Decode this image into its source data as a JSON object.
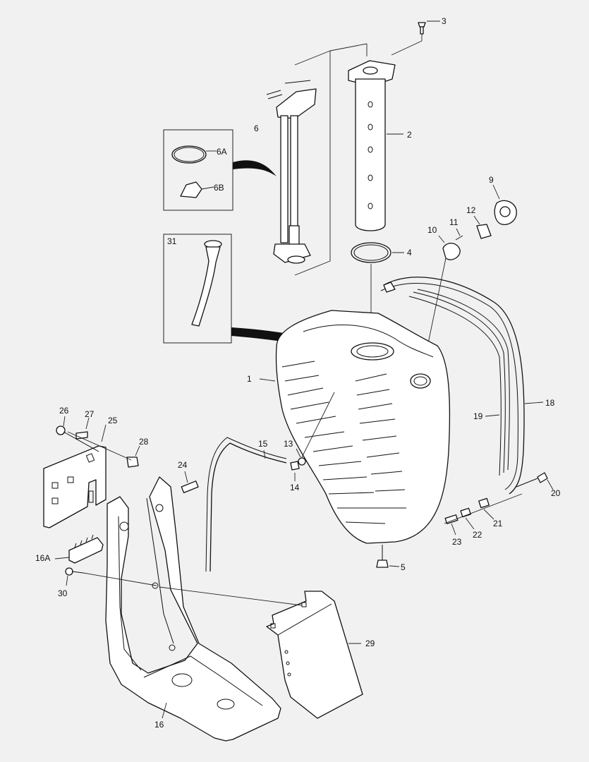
{
  "callouts": {
    "c1": "1",
    "c2": "2",
    "c3": "3",
    "c4": "4",
    "c5": "5",
    "c6": "6",
    "c6a": "6A",
    "c6b": "6B",
    "c9": "9",
    "c10": "10",
    "c11": "11",
    "c12": "12",
    "c13": "13",
    "c14": "14",
    "c15": "15",
    "c16": "16",
    "c16a": "16A",
    "c18": "18",
    "c19": "19",
    "c20": "20",
    "c21": "21",
    "c22": "22",
    "c23": "23",
    "c24": "24",
    "c25": "25",
    "c26": "26",
    "c27": "27",
    "c28": "28",
    "c29": "29",
    "c30": "30",
    "c31": "31"
  },
  "parts": {
    "tank": "fuel-tank",
    "strainer_tube": "strainer-tube",
    "sender": "fuel-level-sender",
    "bracket": "tank-support-bracket",
    "cover": "bracket-cover",
    "strap": "tank-strap"
  }
}
